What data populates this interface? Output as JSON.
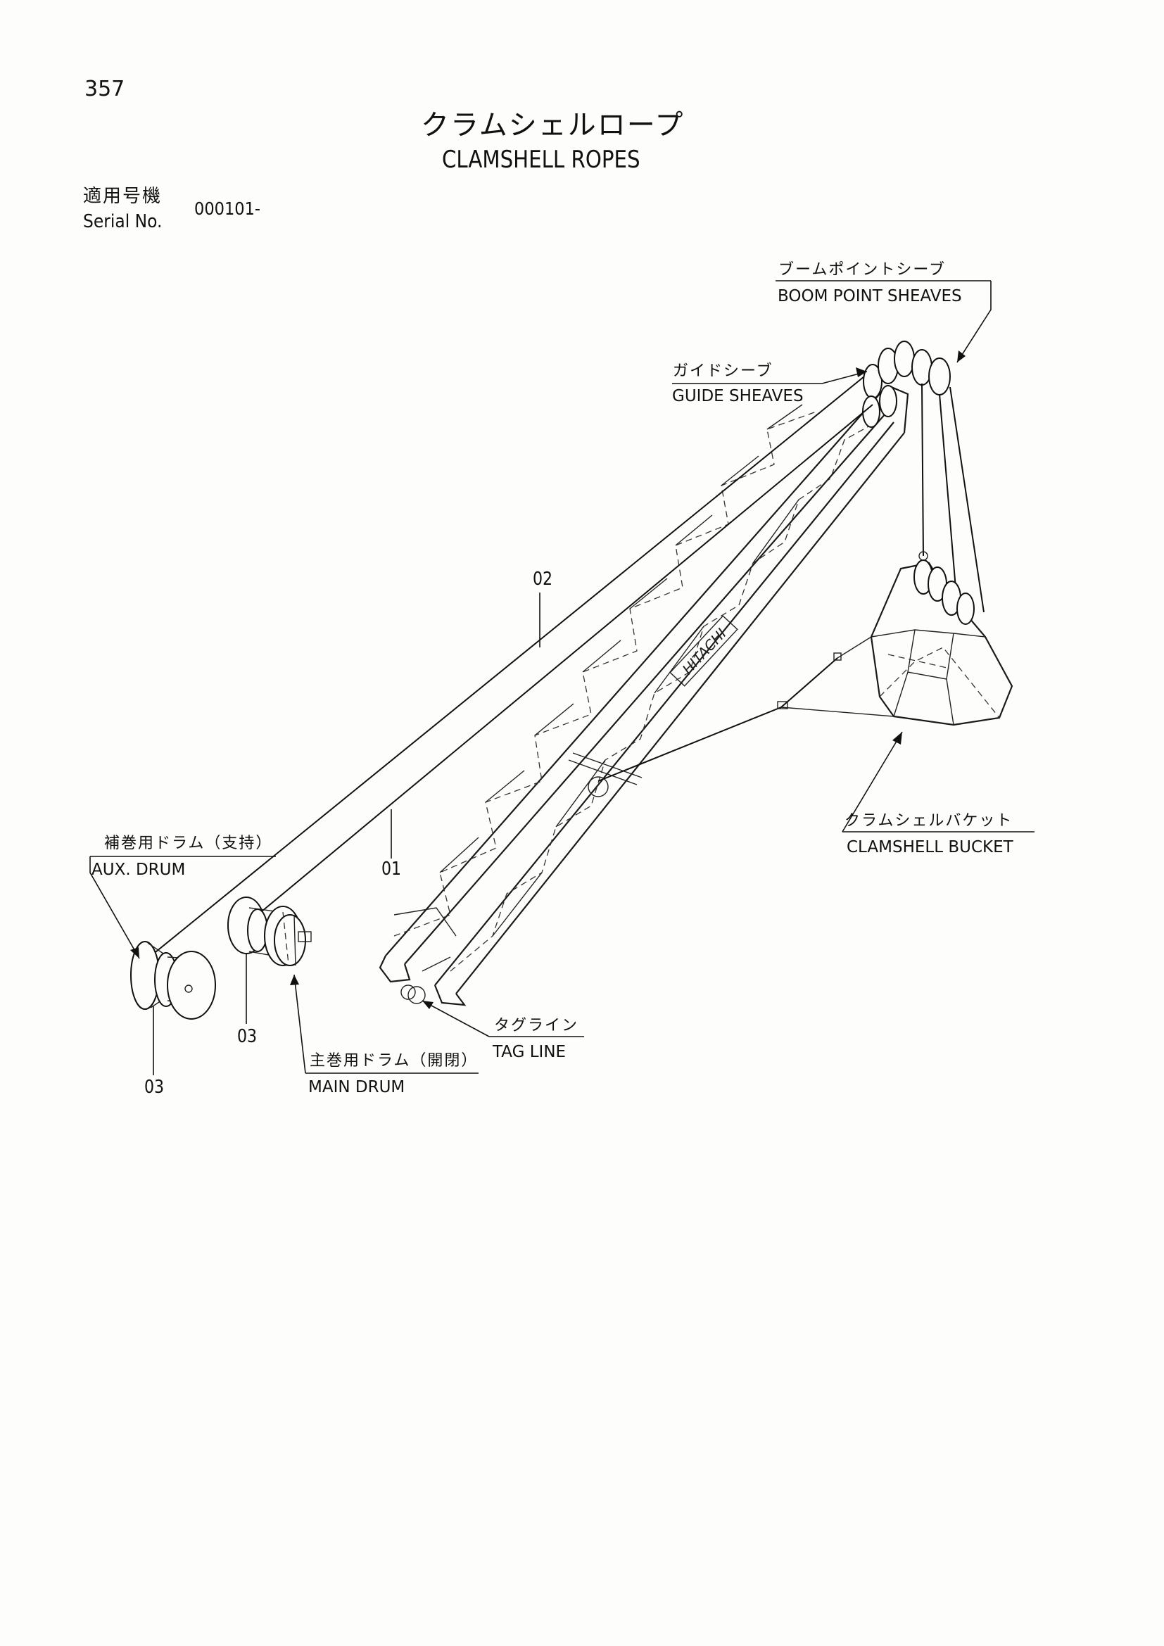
{
  "page": {
    "number": "357",
    "title_jp": "クラムシェルロープ",
    "title_en": "CLAMSHELL ROPES"
  },
  "serial": {
    "label_jp": "適用号機",
    "label_en": "Serial No.",
    "value": "000101-"
  },
  "labels": {
    "boom_point_sheaves": {
      "jp": "ブームポイントシーブ",
      "en": "BOOM POINT SHEAVES"
    },
    "guide_sheaves": {
      "jp": "ガイドシーブ",
      "en": "GUIDE SHEAVES"
    },
    "clamshell_bucket": {
      "jp": "クラムシェルバケット",
      "en": "CLAMSHELL BUCKET"
    },
    "aux_drum": {
      "jp": "補巻用ドラム（支持）",
      "en": "AUX. DRUM"
    },
    "tag_line": {
      "jp": "タグライン",
      "en": "TAG LINE"
    },
    "main_drum": {
      "jp": "主巻用ドラム（開閉）",
      "en": "MAIN DRUM"
    }
  },
  "boom_marking": "HITACHI",
  "refs": {
    "rope_02": "02",
    "rope_01": "01",
    "aux_drum_ref": "03",
    "main_drum_ref": "03"
  }
}
